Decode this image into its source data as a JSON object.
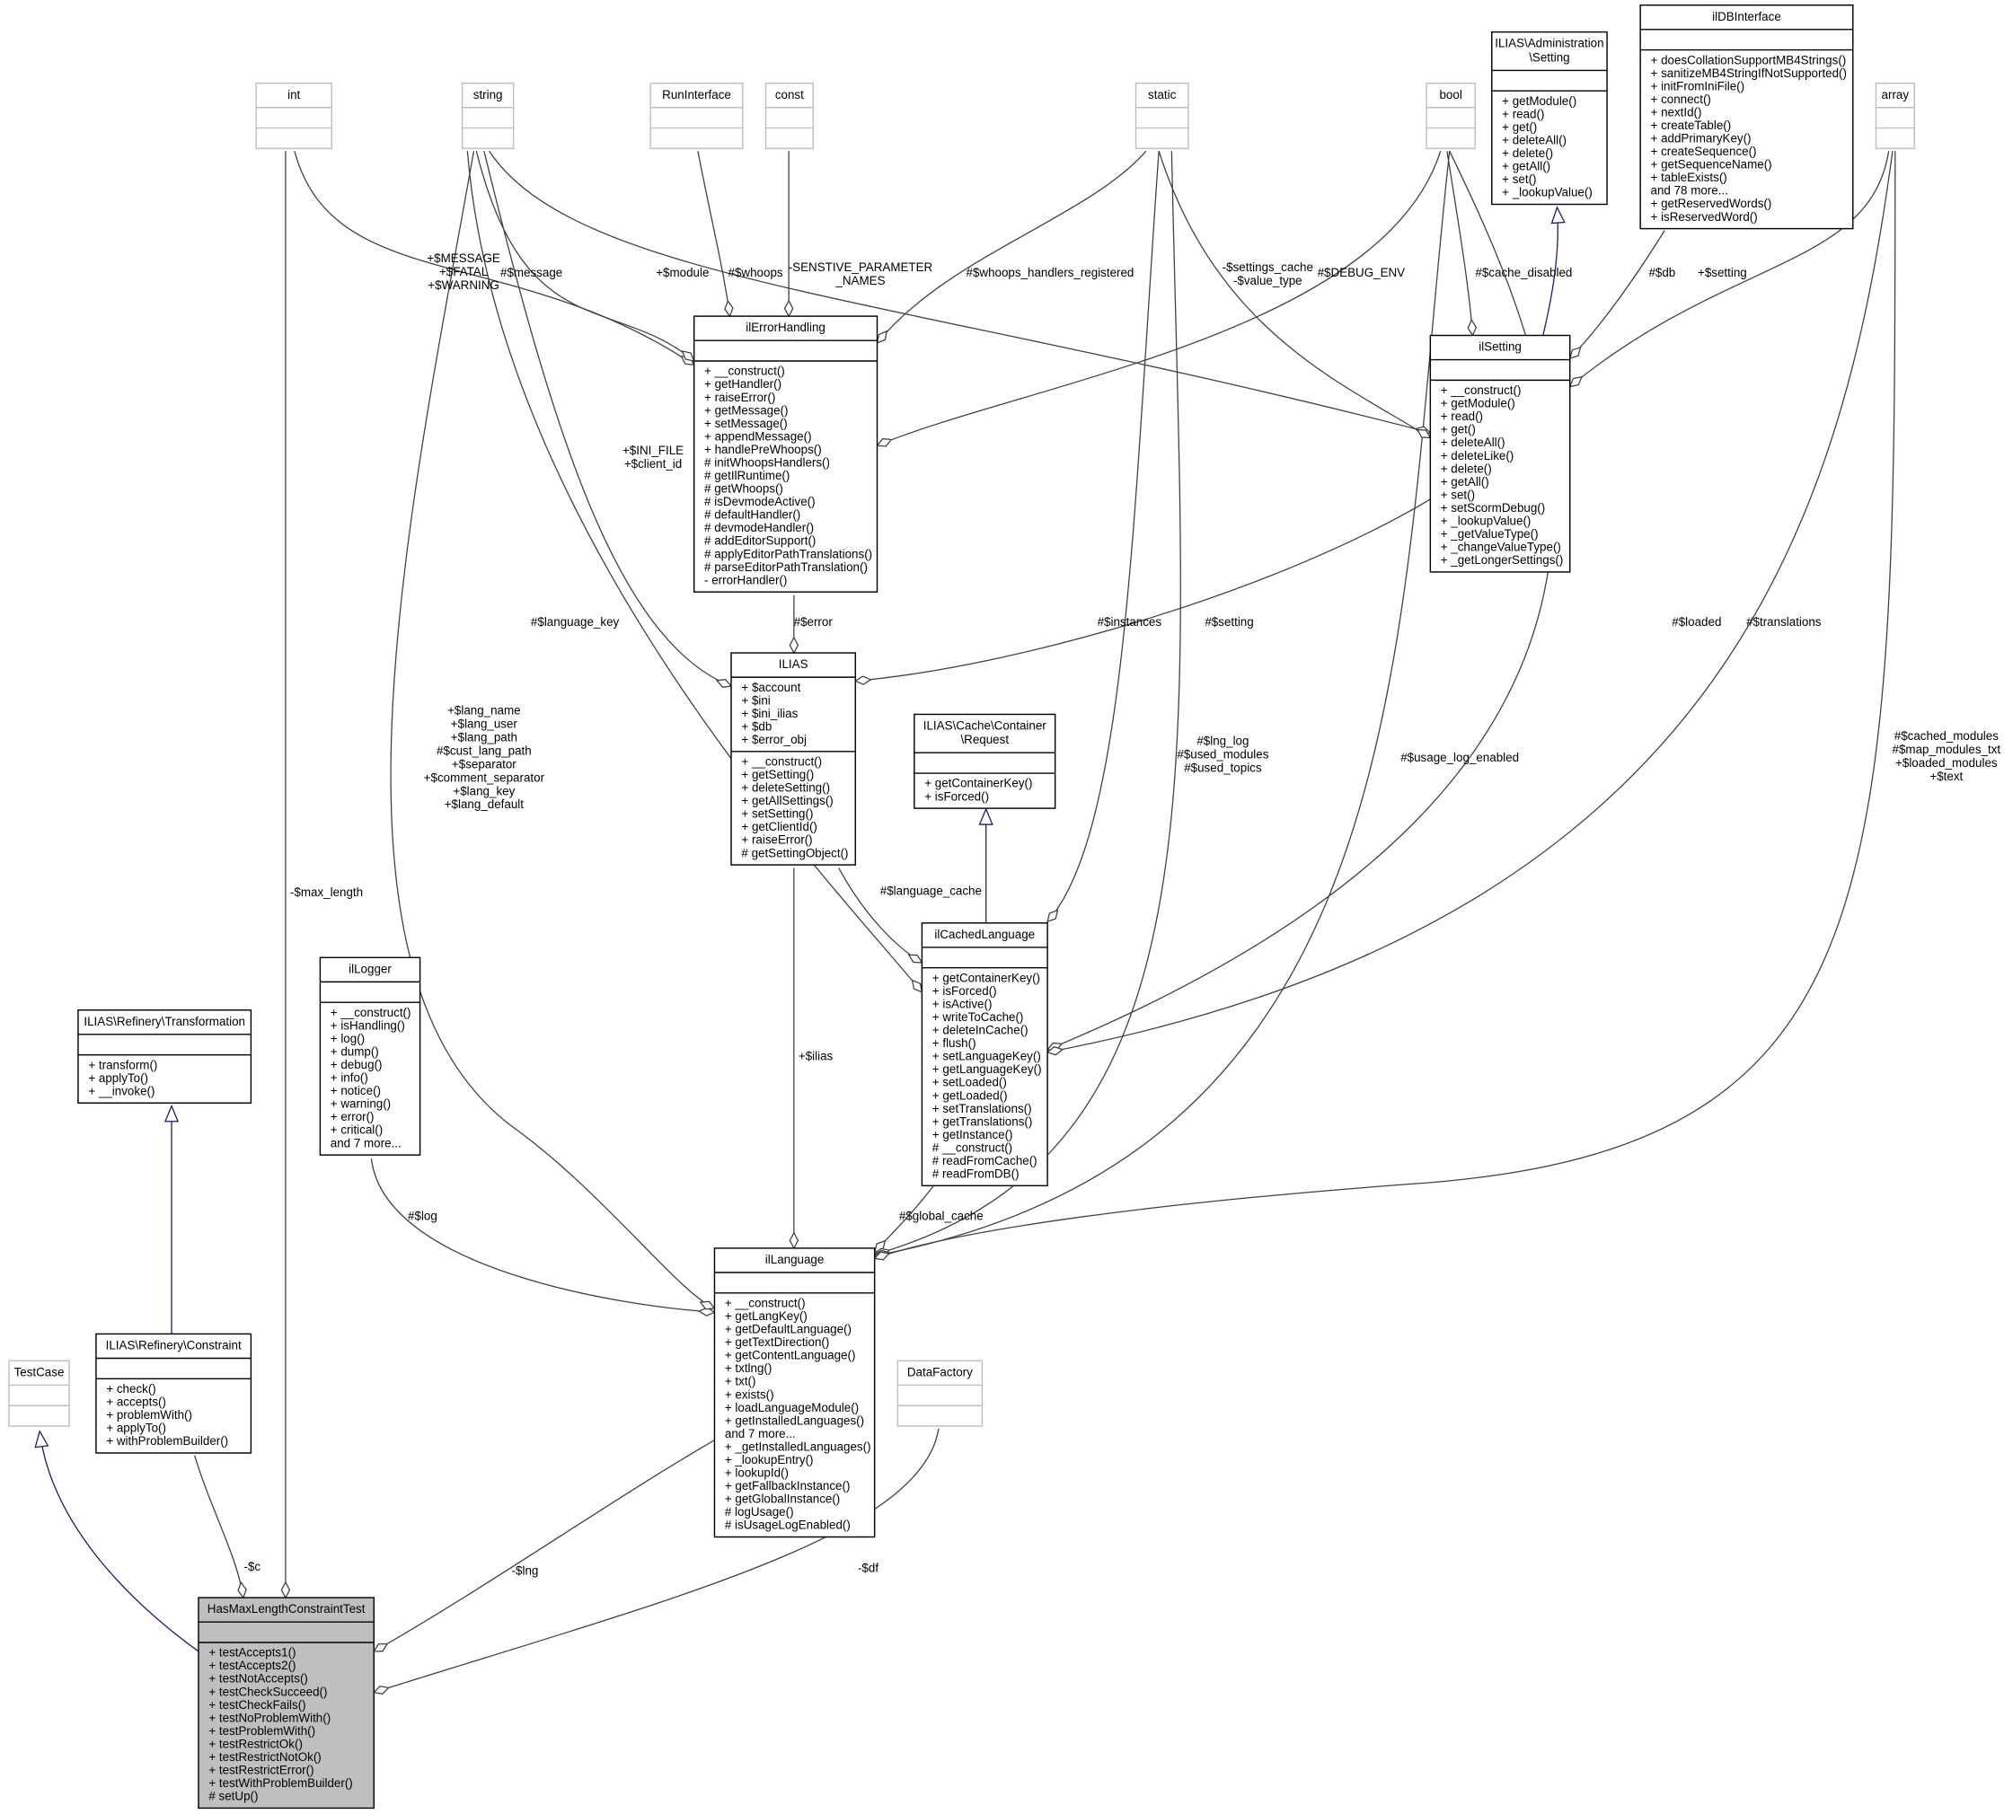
{
  "diagram": {
    "colors": {
      "edge": "#404040",
      "inheritance": "#191970",
      "undocumented_border": "#bfbfbf",
      "documented_border": "#000000",
      "focus_fill": "#bfbfbf"
    },
    "classes": [
      {
        "id": "int",
        "name": [
          "int"
        ],
        "attributes": [],
        "methods": [],
        "documented": false
      },
      {
        "id": "string",
        "name": [
          "string"
        ],
        "attributes": [],
        "methods": [],
        "documented": false
      },
      {
        "id": "RunInterface",
        "name": [
          "RunInterface"
        ],
        "attributes": [],
        "methods": [],
        "documented": false
      },
      {
        "id": "const",
        "name": [
          "const"
        ],
        "attributes": [],
        "methods": [],
        "documented": false
      },
      {
        "id": "static",
        "name": [
          "static"
        ],
        "attributes": [],
        "methods": [],
        "documented": false
      },
      {
        "id": "bool",
        "name": [
          "bool"
        ],
        "attributes": [],
        "methods": [],
        "documented": false
      },
      {
        "id": "AdminSetting",
        "name": [
          "ILIAS\\Administration",
          "\\Setting"
        ],
        "attributes": [],
        "methods": [
          "+ getModule()",
          "+ read()",
          "+ get()",
          "+ deleteAll()",
          "+ delete()",
          "+ getAll()",
          "+ set()",
          "+ _lookupValue()"
        ],
        "documented": true
      },
      {
        "id": "ilDBInterface",
        "name": [
          "ilDBInterface"
        ],
        "attributes": [],
        "methods": [
          "+ doesCollationSupportMB4Strings()",
          "+ sanitizeMB4StringIfNotSupported()",
          "+ initFromIniFile()",
          "+ connect()",
          "+ nextId()",
          "+ createTable()",
          "+ addPrimaryKey()",
          "+ createSequence()",
          "+ getSequenceName()",
          "+ tableExists()",
          "and 78 more...",
          "+ getReservedWords()",
          "+ isReservedWord()"
        ],
        "documented": true
      },
      {
        "id": "array",
        "name": [
          "array"
        ],
        "attributes": [],
        "methods": [],
        "documented": false
      },
      {
        "id": "ilErrorHandling",
        "name": [
          "ilErrorHandling"
        ],
        "attributes": [],
        "methods": [
          "+ __construct()",
          "+ getHandler()",
          "+ raiseError()",
          "+ getMessage()",
          "+ setMessage()",
          "+ appendMessage()",
          "+ handlePreWhoops()",
          "# initWhoopsHandlers()",
          "# getIlRuntime()",
          "# getWhoops()",
          "# isDevmodeActive()",
          "# defaultHandler()",
          "# devmodeHandler()",
          "# addEditorSupport()",
          "# applyEditorPathTranslations()",
          "# parseEditorPathTranslation()",
          "- errorHandler()"
        ],
        "documented": true
      },
      {
        "id": "ilSetting",
        "name": [
          "ilSetting"
        ],
        "attributes": [],
        "methods": [
          "+ __construct()",
          "+ getModule()",
          "+ read()",
          "+ get()",
          "+ deleteAll()",
          "+ deleteLike()",
          "+ delete()",
          "+ getAll()",
          "+ set()",
          "+ setScormDebug()",
          "+ _lookupValue()",
          "+ _getValueType()",
          "+ _changeValueType()",
          "+ _getLongerSettings()"
        ],
        "documented": true
      },
      {
        "id": "ILIAS",
        "name": [
          "ILIAS"
        ],
        "attributes": [
          "+ $account",
          "+ $ini",
          "+ $ini_ilias",
          "+ $db",
          "+ $error_obj"
        ],
        "methods": [
          "+ __construct()",
          "+ getSetting()",
          "+ deleteSetting()",
          "+ getAllSettings()",
          "+ setSetting()",
          "+ getClientId()",
          "+ raiseError()",
          "# getSettingObject()"
        ],
        "documented": true
      },
      {
        "id": "Request",
        "name": [
          "ILIAS\\Cache\\Container",
          "\\Request"
        ],
        "attributes": [],
        "methods": [
          "+ getContainerKey()",
          "+ isForced()"
        ],
        "documented": true
      },
      {
        "id": "ilCachedLanguage",
        "name": [
          "ilCachedLanguage"
        ],
        "attributes": [],
        "methods": [
          "+ getContainerKey()",
          "+ isForced()",
          "+ isActive()",
          "+ writeToCache()",
          "+ deleteInCache()",
          "+ flush()",
          "+ setLanguageKey()",
          "+ getLanguageKey()",
          "+ setLoaded()",
          "+ getLoaded()",
          "+ setTranslations()",
          "+ getTranslations()",
          "+ getInstance()",
          "# __construct()",
          "# readFromCache()",
          "# readFromDB()"
        ],
        "documented": true
      },
      {
        "id": "ilLogger",
        "name": [
          "ilLogger"
        ],
        "attributes": [],
        "methods": [
          "+ __construct()",
          "+ isHandling()",
          "+ log()",
          "+ dump()",
          "+ debug()",
          "+ info()",
          "+ notice()",
          "+ warning()",
          "+ error()",
          "+ critical()",
          "and 7 more..."
        ],
        "documented": true
      },
      {
        "id": "Transformation",
        "name": [
          "ILIAS\\Refinery\\Transformation"
        ],
        "attributes": [],
        "methods": [
          "+ transform()",
          "+ applyTo()",
          "+ __invoke()"
        ],
        "documented": true
      },
      {
        "id": "ilLanguage",
        "name": [
          "ilLanguage"
        ],
        "attributes": [],
        "methods": [
          "+ __construct()",
          "+ getLangKey()",
          "+ getDefaultLanguage()",
          "+ getTextDirection()",
          "+ getContentLanguage()",
          "+ txtlng()",
          "+ txt()",
          "+ exists()",
          "+ loadLanguageModule()",
          "+ getInstalledLanguages()",
          "and 7 more...",
          "+ _getInstalledLanguages()",
          "+ _lookupEntry()",
          "+ lookupId()",
          "+ getFallbackInstance()",
          "+ getGlobalInstance()",
          "# logUsage()",
          "# isUsageLogEnabled()"
        ],
        "documented": true
      },
      {
        "id": "TestCase",
        "name": [
          "TestCase"
        ],
        "attributes": [],
        "methods": [],
        "documented": false
      },
      {
        "id": "Constraint",
        "name": [
          "ILIAS\\Refinery\\Constraint"
        ],
        "attributes": [],
        "methods": [
          "+ check()",
          "+ accepts()",
          "+ problemWith()",
          "+ applyTo()",
          "+ withProblemBuilder()"
        ],
        "documented": true
      },
      {
        "id": "DataFactory",
        "name": [
          "DataFactory"
        ],
        "attributes": [],
        "methods": [],
        "documented": false
      },
      {
        "id": "HasMaxLengthConstraintTest",
        "name": [
          "HasMaxLengthConstraintTest"
        ],
        "attributes": [],
        "methods": [
          "+ testAccepts1()",
          "+ testAccepts2()",
          "+ testNotAccepts()",
          "+ testCheckSucceed()",
          "+ testCheckFails()",
          "+ testNoProblemWith()",
          "+ testProblemWith()",
          "+ testRestrictOk()",
          "+ testRestrictNotOk()",
          "+ testRestrictError()",
          "+ testWithProblemBuilder()",
          "# setUp()"
        ],
        "documented": true,
        "focus": true
      }
    ],
    "edges": [
      {
        "from": "TestCase",
        "to": "HasMaxLengthConstraintTest",
        "type": "inheritance",
        "label": []
      },
      {
        "from": "Constraint",
        "to": "HasMaxLengthConstraintTest",
        "type": "aggregation",
        "label": [
          "-$c"
        ]
      },
      {
        "from": "int",
        "to": "HasMaxLengthConstraintTest",
        "type": "aggregation",
        "label": [
          "-$max_length"
        ]
      },
      {
        "from": "ilLanguage",
        "to": "HasMaxLengthConstraintTest",
        "type": "aggregation",
        "label": [
          "-$lng"
        ]
      },
      {
        "from": "DataFactory",
        "to": "HasMaxLengthConstraintTest",
        "type": "aggregation",
        "label": [
          "-$df"
        ]
      },
      {
        "from": "Transformation",
        "to": "Constraint",
        "type": "inheritance",
        "label": []
      },
      {
        "from": "ilLogger",
        "to": "ilLanguage",
        "type": "aggregation",
        "label": [
          "#$log"
        ]
      },
      {
        "from": "ILIAS",
        "to": "ilLanguage",
        "type": "aggregation",
        "label": [
          "+$ilias"
        ]
      },
      {
        "from": "ilCachedLanguage",
        "to": "ilLanguage",
        "type": "aggregation",
        "label": [
          "#$global_cache"
        ]
      },
      {
        "from": "string",
        "to": "ilLanguage",
        "type": "aggregation",
        "label": [
          "+$lang_name",
          "+$lang_user",
          "+$lang_path",
          "#$cust_lang_path",
          "+$separator",
          "+$comment_separator",
          "+$lang_key",
          "+$lang_default"
        ]
      },
      {
        "from": "static",
        "to": "ilLanguage",
        "type": "aggregation",
        "label": [
          "#$lng_log",
          "#$used_modules",
          "#$used_topics"
        ]
      },
      {
        "from": "bool",
        "to": "ilLanguage",
        "type": "aggregation",
        "label": [
          "#$usage_log_enabled"
        ]
      },
      {
        "from": "array",
        "to": "ilLanguage",
        "type": "aggregation",
        "label": [
          "#$cached_modules",
          "#$map_modules_txt",
          "+$loaded_modules",
          "+$text"
        ]
      },
      {
        "from": "Request",
        "to": "ilCachedLanguage",
        "type": "inheritance",
        "label": []
      },
      {
        "from": "ILIAS",
        "to": "ilCachedLanguage",
        "type": "aggregation",
        "label": [
          "#$language_cache"
        ]
      },
      {
        "from": "static",
        "to": "ilCachedLanguage",
        "type": "aggregation",
        "label": [
          "#$instances"
        ]
      },
      {
        "from": "string",
        "to": "ilCachedLanguage",
        "type": "aggregation",
        "label": [
          "#$language_key"
        ]
      },
      {
        "from": "bool",
        "to": "ilCachedLanguage",
        "type": "aggregation",
        "label": [
          "#$loaded"
        ]
      },
      {
        "from": "array",
        "to": "ilCachedLanguage",
        "type": "aggregation",
        "label": [
          "#$translations"
        ]
      },
      {
        "from": "ilErrorHandling",
        "to": "ILIAS",
        "type": "aggregation",
        "label": [
          "#$error"
        ]
      },
      {
        "from": "ilSetting",
        "to": "ILIAS",
        "type": "aggregation",
        "label": [
          "#$setting"
        ]
      },
      {
        "from": "string",
        "to": "ILIAS",
        "type": "aggregation",
        "label": [
          "+$INI_FILE",
          "+$client_id"
        ]
      },
      {
        "from": "int",
        "to": "ilErrorHandling",
        "type": "aggregation",
        "label": [
          "+$MESSAGE",
          "+$FATAL",
          "+$WARNING"
        ]
      },
      {
        "from": "string",
        "to": "ilErrorHandling",
        "type": "aggregation",
        "label": [
          "#$message"
        ]
      },
      {
        "from": "RunInterface",
        "to": "ilErrorHandling",
        "type": "aggregation",
        "label": [
          "#$whoops"
        ]
      },
      {
        "from": "const",
        "to": "ilErrorHandling",
        "type": "aggregation",
        "label": [
          "-SENSTIVE_PARAMETER",
          "_NAMES"
        ]
      },
      {
        "from": "static",
        "to": "ilErrorHandling",
        "type": "aggregation",
        "label": [
          "#$whoops_handlers_registered"
        ]
      },
      {
        "from": "bool",
        "to": "ilErrorHandling",
        "type": "aggregation",
        "label": [
          "#$DEBUG_ENV"
        ]
      },
      {
        "from": "string",
        "to": "ilSetting",
        "type": "aggregation",
        "label": [
          "+$module"
        ]
      },
      {
        "from": "static",
        "to": "ilSetting",
        "type": "aggregation",
        "label": [
          "-$settings_cache",
          "-$value_type"
        ]
      },
      {
        "from": "bool",
        "to": "ilSetting",
        "type": "aggregation",
        "label": [
          "#$cache_disabled"
        ]
      },
      {
        "from": "AdminSetting",
        "to": "ilSetting",
        "type": "inheritance",
        "label": []
      },
      {
        "from": "ilDBInterface",
        "to": "ilSetting",
        "type": "aggregation",
        "label": [
          "#$db"
        ]
      },
      {
        "from": "array",
        "to": "ilSetting",
        "type": "aggregation",
        "label": [
          "+$setting"
        ]
      }
    ]
  }
}
